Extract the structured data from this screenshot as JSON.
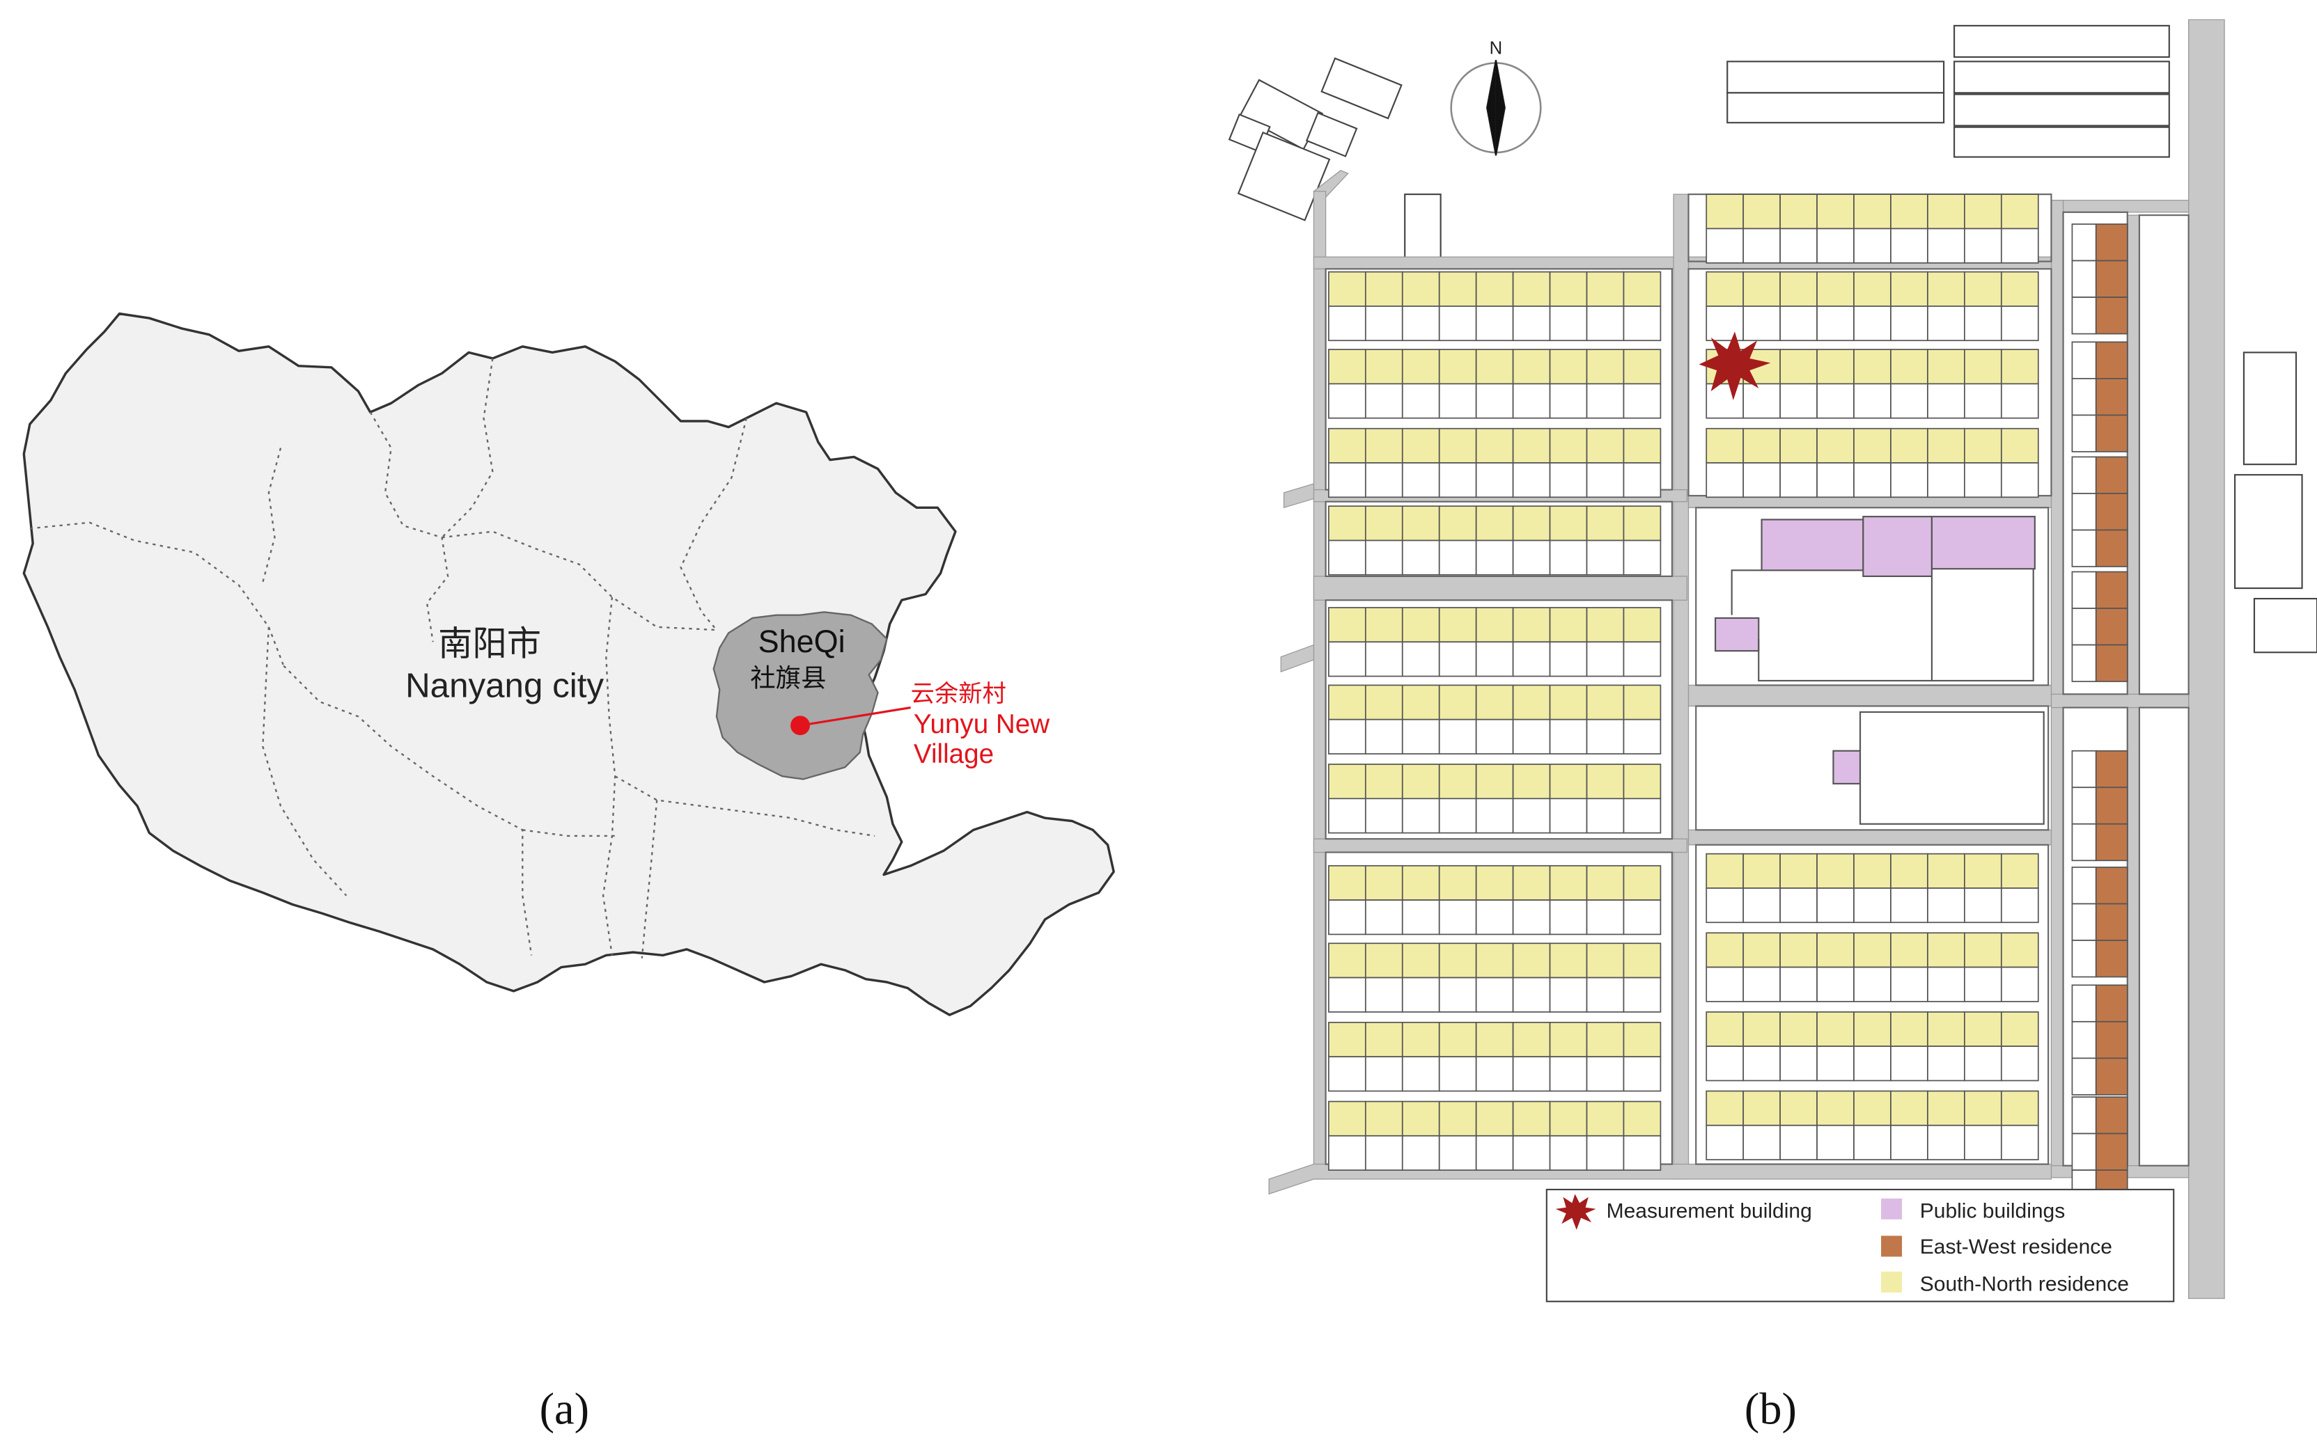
{
  "panel_a": {
    "caption": "(a)",
    "city_label_cn": "南阳市",
    "city_label_en": "Nanyang city",
    "county_label_en": "SheQi",
    "county_label_cn": "社旗县",
    "village_label_cn": "云余新村",
    "village_label_en_1": "Yunyu New",
    "village_label_en_2": "Village",
    "colors": {
      "region_fill": "#f1f1f1",
      "county_fill": "#a9a9a9",
      "marker": "#e3131b",
      "outline": "#3a3a3a"
    }
  },
  "panel_b": {
    "caption": "(b)",
    "north_label": "N",
    "legend": {
      "measurement": "Measurement building",
      "public": "Public buildings",
      "east_west": "East-West residence",
      "south_north": "South-North residence"
    },
    "colors": {
      "road": "#c8c8c8",
      "south_north_residence": "#f2eda6",
      "east_west_residence": "#c0784a",
      "public_building": "#dcbce4",
      "measurement_star": "#a51c1c"
    }
  }
}
